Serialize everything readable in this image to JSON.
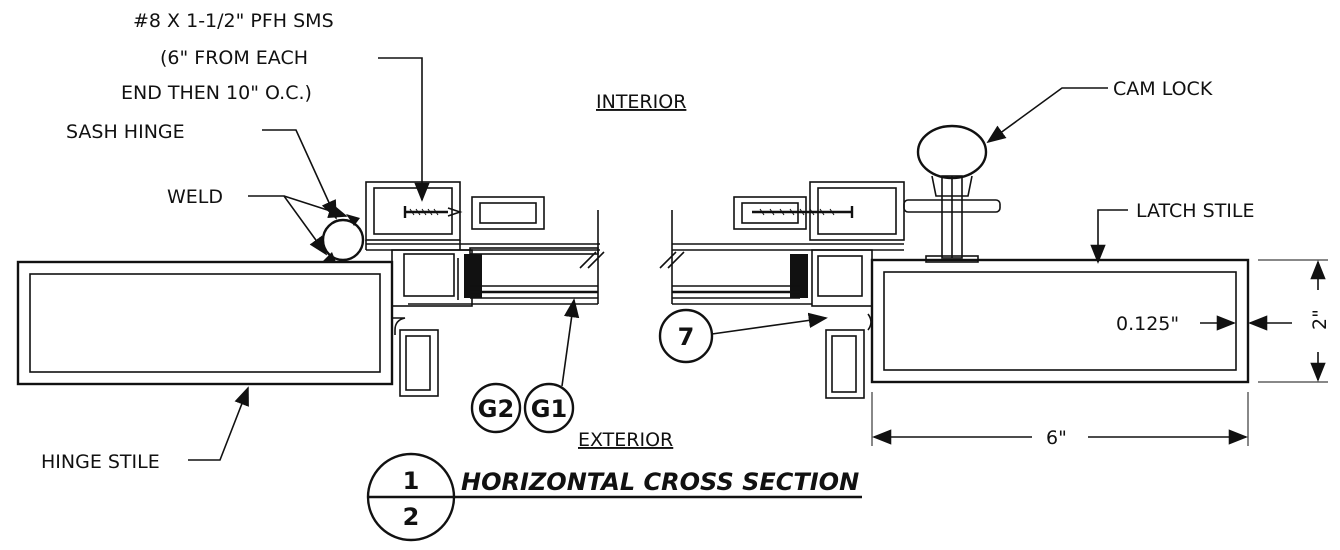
{
  "labels": {
    "screw_line1": "#8 X 1-1/2\" PFH SMS",
    "screw_line2": "(6\" FROM EACH",
    "screw_line3": "END THEN 10\" O.C.)",
    "sash_hinge": "SASH HINGE",
    "weld": "WELD",
    "interior": "INTERIOR",
    "exterior": "EXTERIOR",
    "cam_lock": "CAM LOCK",
    "latch_stile": "LATCH STILE",
    "hinge_stile": "HINGE STILE",
    "wall_thickness": "0.125\"",
    "height_dim": "2\"",
    "width_dim": "6\""
  },
  "callouts": {
    "glass_1": "G2",
    "glass_2": "G1",
    "detail_7": "7"
  },
  "title": {
    "number": "1",
    "sheet": "2",
    "text": "HORIZONTAL CROSS SECTION"
  }
}
